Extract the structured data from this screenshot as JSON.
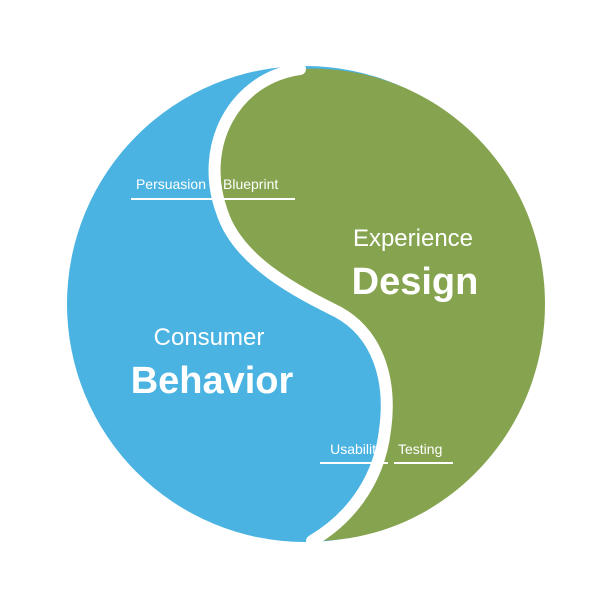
{
  "colors": {
    "consumer_behavior": "#4ab3e2",
    "experience_design": "#86a44f",
    "separator": "#ffffff",
    "text": "#ffffff"
  },
  "left_region": {
    "title_line1": "Consumer",
    "title_line2": "Behavior"
  },
  "right_region": {
    "title_line1": "Experience",
    "title_line2": "Design"
  },
  "top_overlap": {
    "left_text": "Persuasion",
    "right_text": "Blueprint"
  },
  "bottom_overlap": {
    "left_text": "Usability",
    "right_text": "Testing"
  }
}
